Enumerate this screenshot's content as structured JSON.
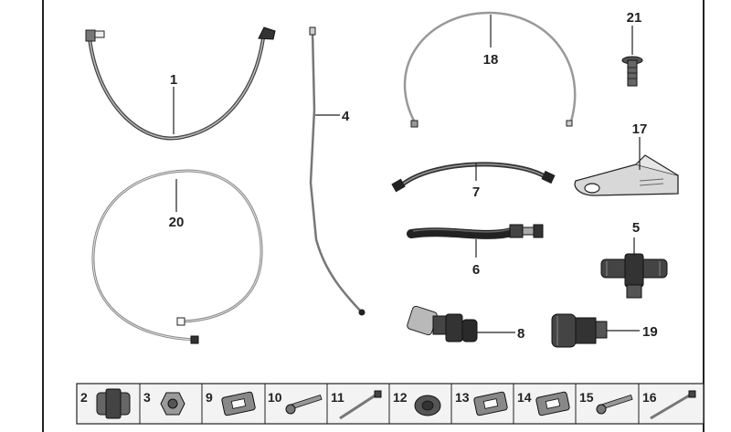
{
  "diagram": {
    "callouts": {
      "p1": "1",
      "p4": "4",
      "p5": "5",
      "p6": "6",
      "p7": "7",
      "p8": "8",
      "p17": "17",
      "p18": "18",
      "p19": "19",
      "p20": "20",
      "p21": "21"
    },
    "strip": {
      "cells": [
        "2",
        "3",
        "9",
        "10",
        "11",
        "12",
        "13",
        "14",
        "15",
        "16"
      ]
    }
  },
  "colors": {
    "line": "#222222",
    "steel": "#9a9a9a",
    "rubber": "#2b2b2b",
    "strip_bg": "#f3f3f3",
    "bracket": "#d8d8d8"
  }
}
